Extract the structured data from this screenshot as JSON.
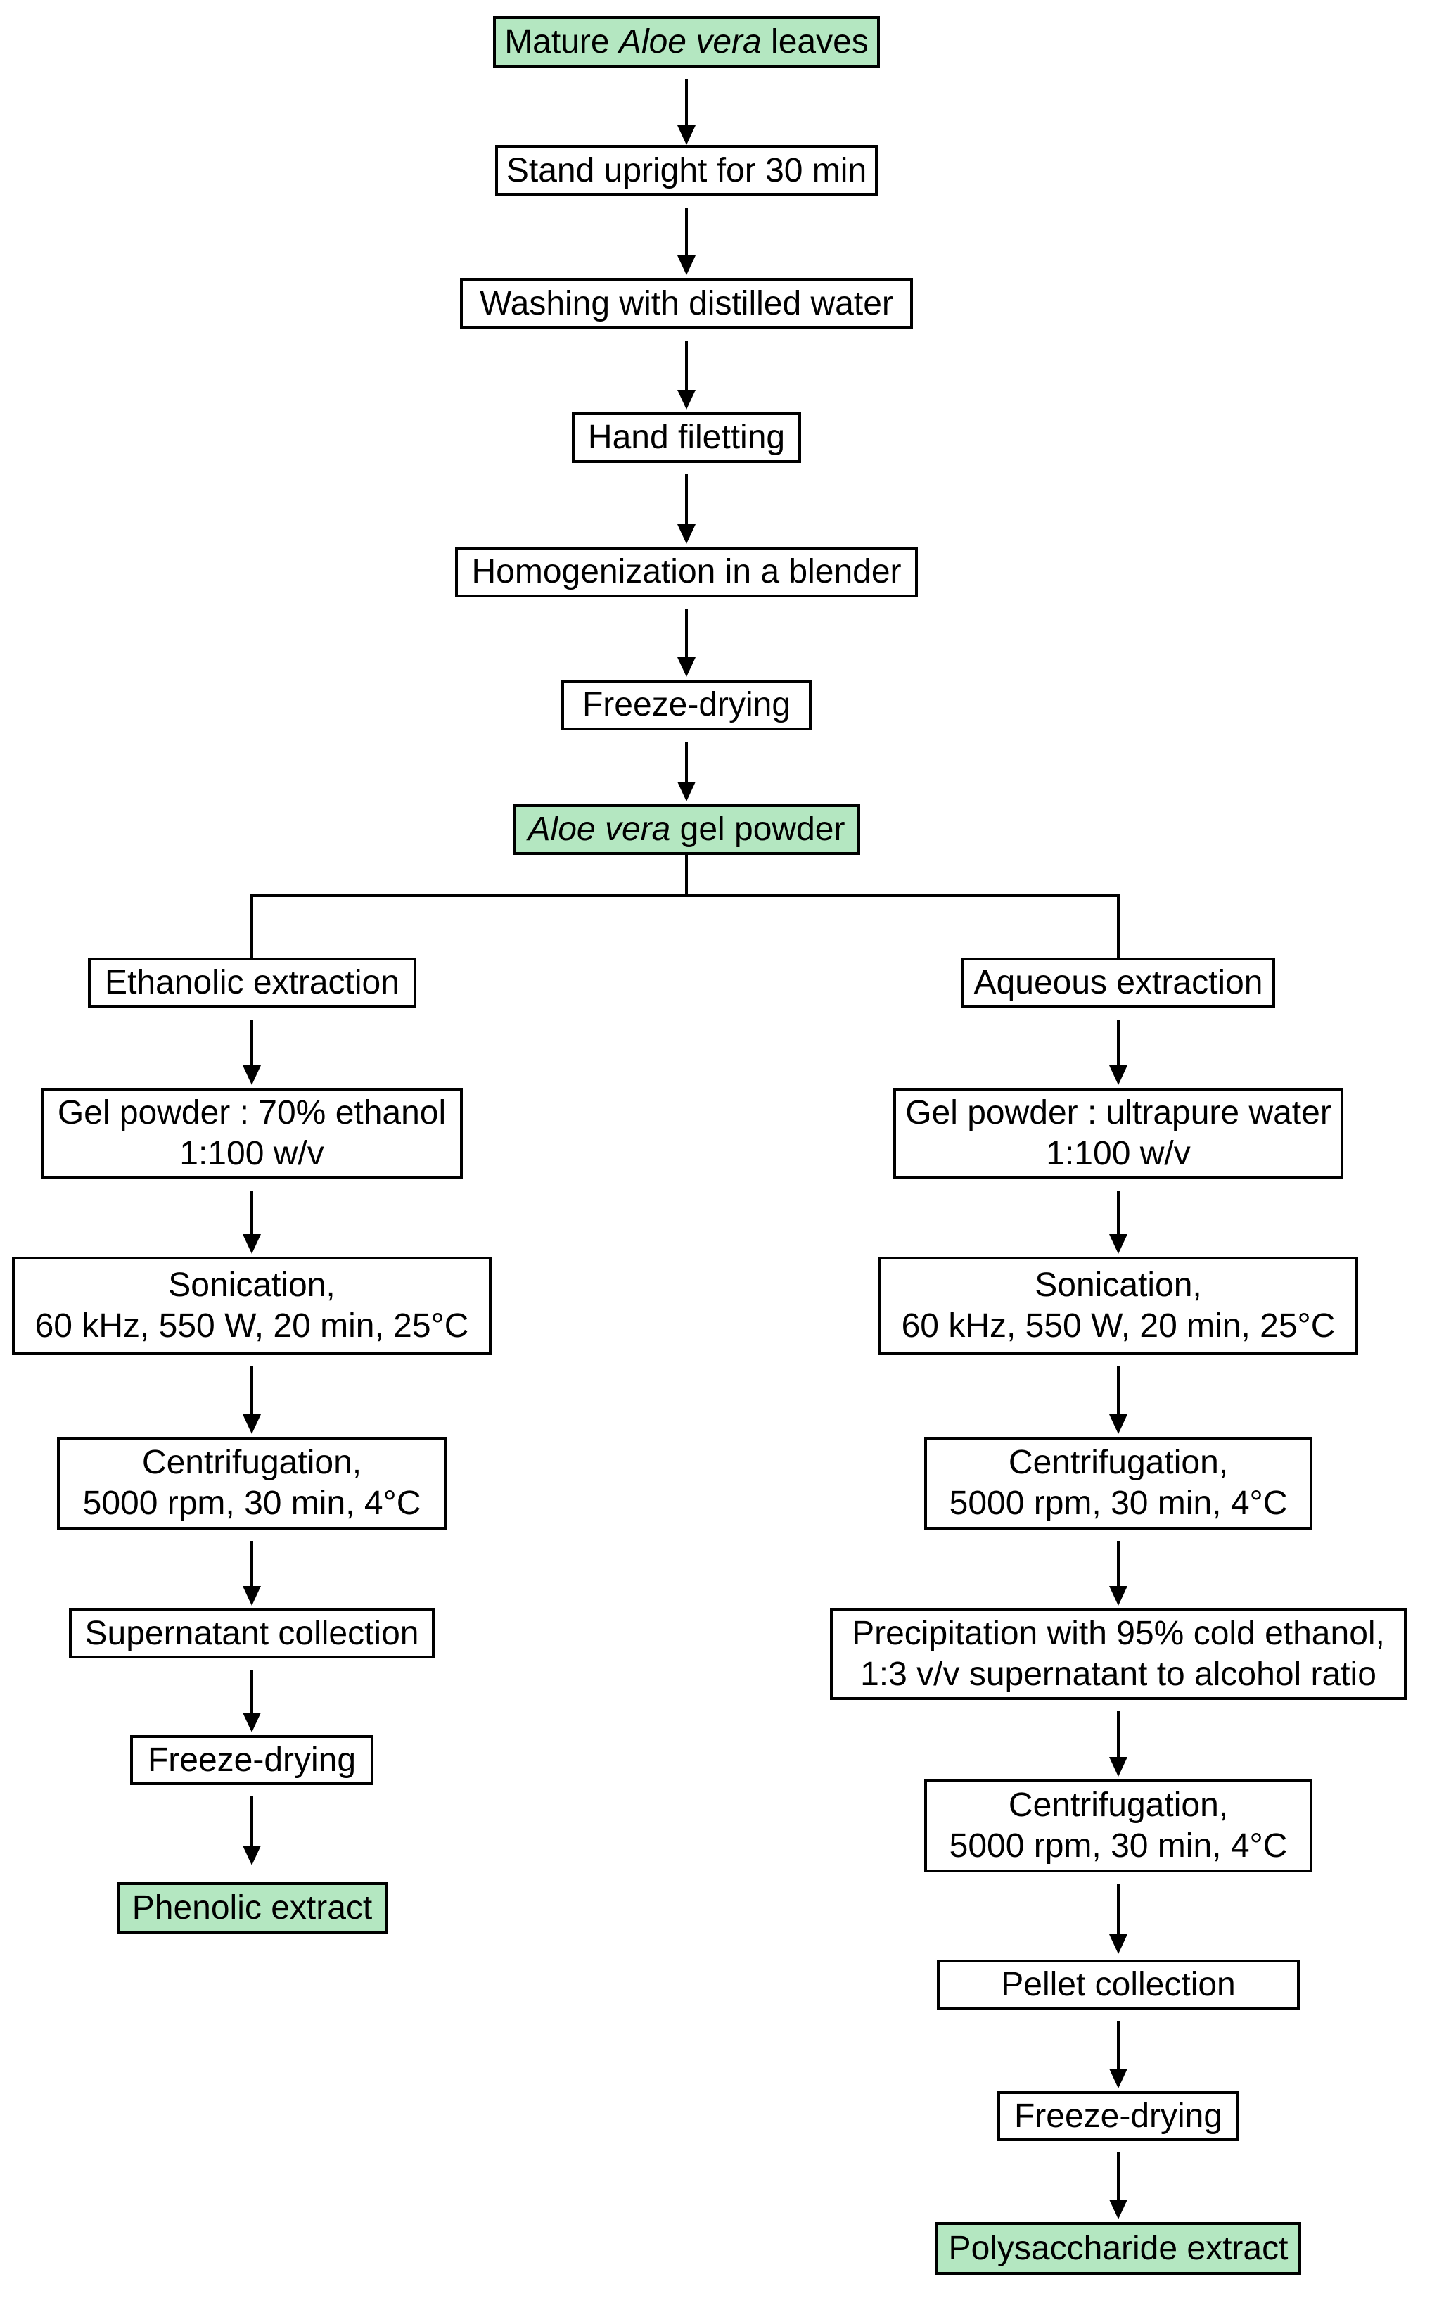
{
  "colors": {
    "highlight_fill": "#b4e7c1",
    "box_fill": "#ffffff",
    "line": "#000000"
  },
  "nodes": {
    "mature_leaves": {
      "prefix": "Mature ",
      "italic": "Aloe vera",
      "suffix": " leaves"
    },
    "stand_upright": {
      "label": "Stand upright for 30 min"
    },
    "washing": {
      "label": "Washing with distilled water"
    },
    "hand_filetting": {
      "label": "Hand filetting"
    },
    "homogenization": {
      "label": "Homogenization in a blender"
    },
    "freeze_drying_top": {
      "label": "Freeze-drying"
    },
    "gel_powder": {
      "italic": "Aloe vera",
      "suffix": " gel powder"
    },
    "ethanolic_extraction": {
      "label": "Ethanolic extraction"
    },
    "aqueous_extraction": {
      "label": "Aqueous extraction"
    },
    "gel_powder_ethanol": {
      "line1": "Gel powder : 70% ethanol",
      "line2": "1:100 w/v"
    },
    "gel_powder_water": {
      "line1": "Gel powder : ultrapure water",
      "line2": "1:100 w/v"
    },
    "sonication_ethanolic": {
      "line1": "Sonication,",
      "line2": "60 kHz, 550 W, 20 min, 25°C"
    },
    "sonication_aqueous": {
      "line1": "Sonication,",
      "line2": "60 kHz, 550 W, 20 min, 25°C"
    },
    "centrifugation_ethanolic": {
      "line1": "Centrifugation,",
      "line2": "5000 rpm, 30 min, 4°C"
    },
    "centrifugation_aqueous_1": {
      "line1": "Centrifugation,",
      "line2": "5000 rpm, 30 min, 4°C"
    },
    "supernatant_collection": {
      "label": "Supernatant collection"
    },
    "freeze_drying_ethanolic": {
      "label": "Freeze-drying"
    },
    "phenolic_extract": {
      "label": "Phenolic extract"
    },
    "precipitation": {
      "line1": "Precipitation with 95% cold ethanol,",
      "line2": "1:3 v/v supernatant to alcohol ratio"
    },
    "centrifugation_aqueous_2": {
      "line1": "Centrifugation,",
      "line2": "5000 rpm, 30 min, 4°C"
    },
    "pellet_collection": {
      "label": "Pellet collection"
    },
    "freeze_drying_aqueous": {
      "label": "Freeze-drying"
    },
    "polysaccharide_extract": {
      "label": "Polysaccharide extract"
    }
  }
}
